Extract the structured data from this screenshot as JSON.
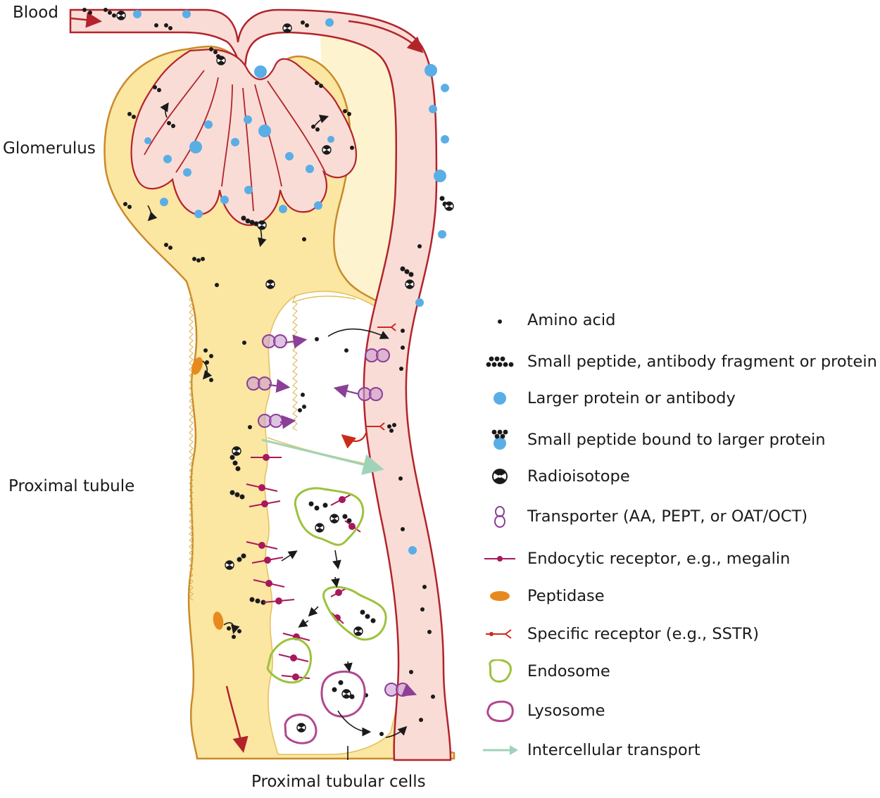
{
  "labels": {
    "blood": "Blood",
    "glomerulus": "Glomerulus",
    "proximal_tubule": "Proximal tubule",
    "proximal_tubular_cells": "Proximal tubular cells"
  },
  "legend": [
    {
      "icon": "amino-acid",
      "text": "Amino acid"
    },
    {
      "icon": "small-peptide",
      "text": "Small peptide, antibody fragment or protein"
    },
    {
      "icon": "larger-protein",
      "text": "Larger protein or antibody"
    },
    {
      "icon": "bound-peptide",
      "text": "Small peptide bound to larger protein"
    },
    {
      "icon": "radioisotope",
      "text": "Radioisotope"
    },
    {
      "icon": "transporter",
      "text": "Transporter (AA, PEPT, or OAT/OCT)"
    },
    {
      "icon": "endocytic-receptor",
      "text": "Endocytic receptor, e.g., megalin"
    },
    {
      "icon": "peptidase",
      "text": "Peptidase"
    },
    {
      "icon": "specific-receptor",
      "text": "Specific receptor (e.g., SSTR)"
    },
    {
      "icon": "endosome",
      "text": "Endosome"
    },
    {
      "icon": "lysosome",
      "text": "Lysosome"
    },
    {
      "icon": "intercellular-transport",
      "text": "Intercellular transport"
    }
  ],
  "colors": {
    "vessel_fill": "#f9dcd6",
    "vessel_stroke": "#b3232b",
    "capsule_fill": "#fbe6a2",
    "capsule_stroke": "#c98a2a",
    "protein_blue": "#5aaee6",
    "transporter_purple": "#8b3f96",
    "receptor_magenta": "#a8185c",
    "peptidase_orange": "#e8891e",
    "specific_receptor_red": "#cc2a1a",
    "endosome_green": "#9cc23c",
    "lysosome_pink": "#b1488f",
    "intercellular_arrow": "#9fd3b8",
    "arrow_black": "#1a1a1a"
  }
}
